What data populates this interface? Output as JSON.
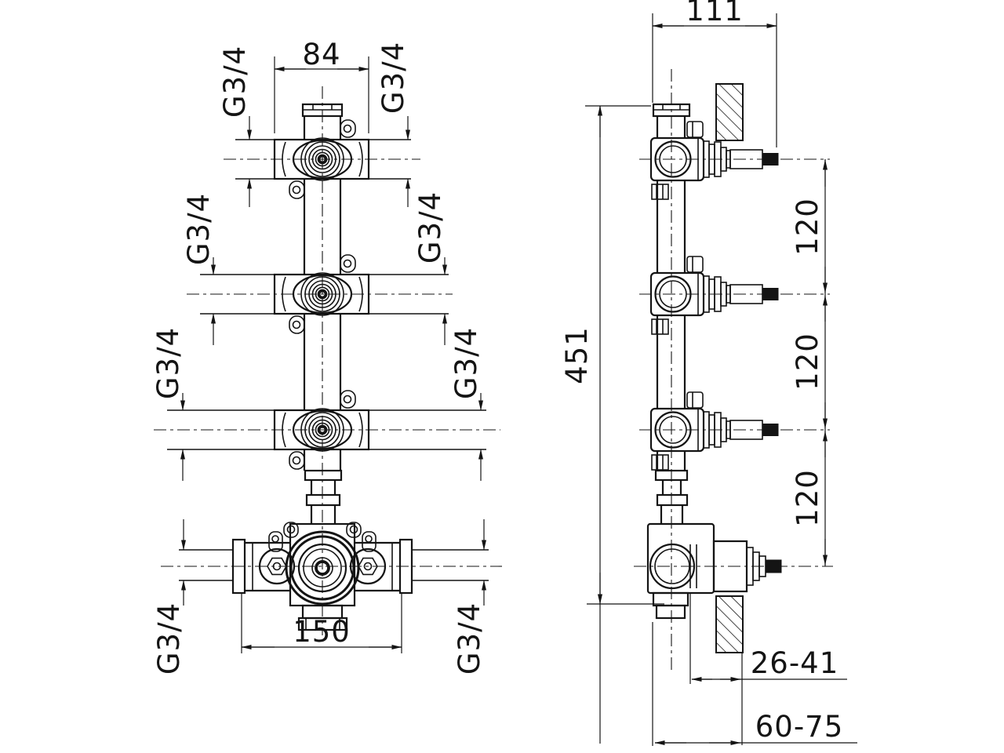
{
  "front_view": {
    "dim_width_top": "84",
    "dim_width_bottom": "150",
    "threads": {
      "v1_left": "G3/4",
      "v1_right": "G3/4",
      "v2_left": "G3/4",
      "v2_right": "G3/4",
      "v3_left": "G3/4",
      "v3_right": "G3/4",
      "mixer_left": "G3/4",
      "mixer_right": "G3/4"
    }
  },
  "side_view": {
    "dim_depth_top": "111",
    "dim_overall_height": "451",
    "dim_port_spacing": [
      "120",
      "120",
      "120"
    ],
    "dim_wall_to_body": "26-41",
    "dim_wall_total": "60-75"
  }
}
